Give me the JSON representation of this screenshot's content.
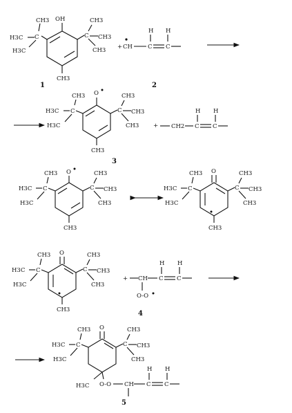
{
  "labels": {
    "oh": "OH",
    "o": "O",
    "o_dot": "O",
    "ch3": "CH3",
    "h3c": "H3C",
    "c": "C",
    "h": "H",
    "ch": "CH",
    "ch2": "CH2",
    "plus": "+",
    "oo": "O-O",
    "o_label": "O"
  },
  "compounds": {
    "n1": "1",
    "n2": "2",
    "n3": "3",
    "n4": "4",
    "n5": "5"
  }
}
